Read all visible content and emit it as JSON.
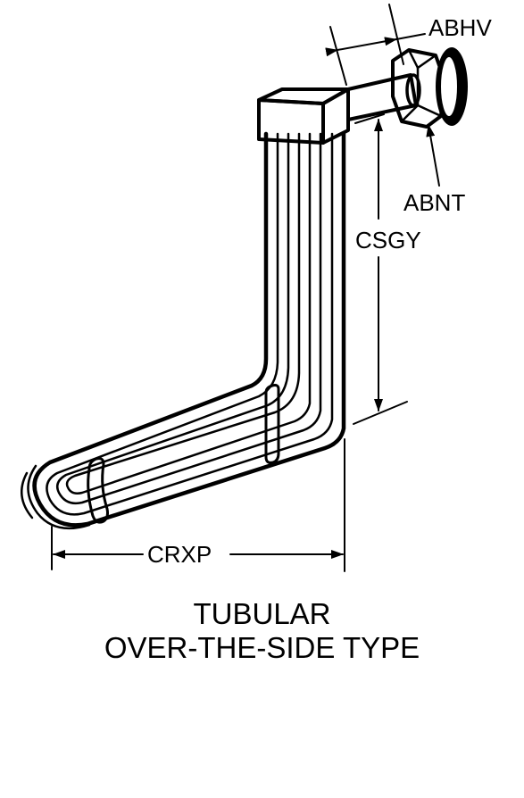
{
  "labels": {
    "top_right": "ABHV",
    "nut": "ABNT",
    "vertical": "CSGY",
    "horizontal": "CRXP"
  },
  "caption": {
    "line1": "TUBULAR",
    "line2": "OVER-THE-SIDE TYPE"
  }
}
